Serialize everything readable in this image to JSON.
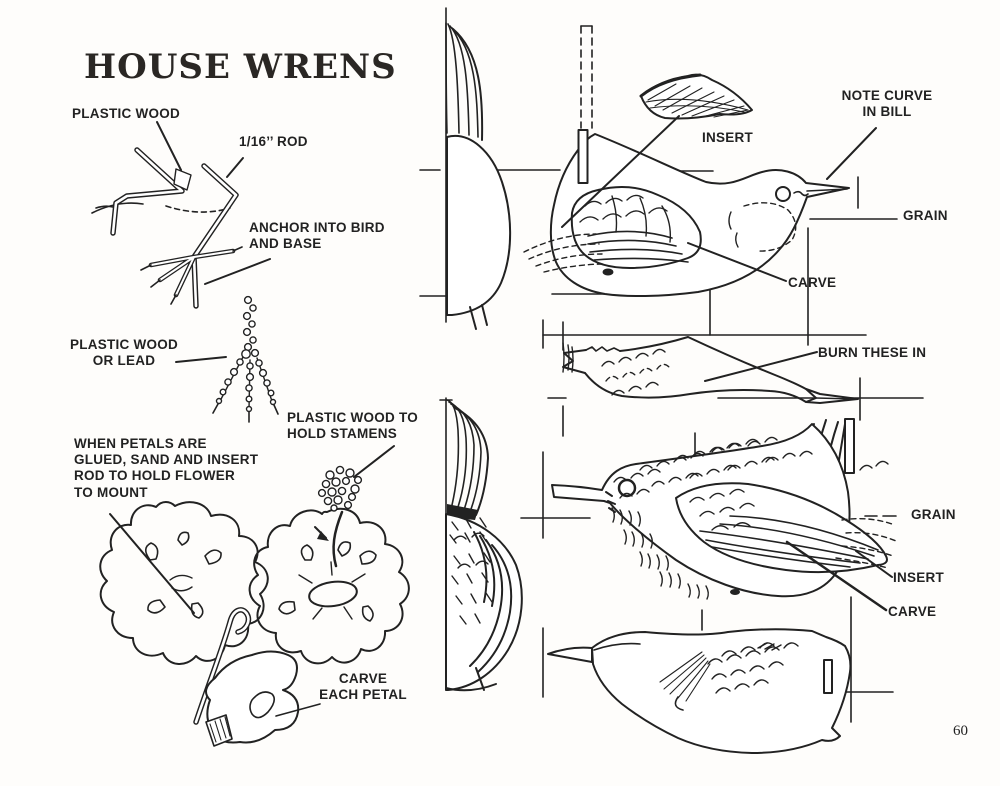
{
  "page": {
    "title": "HOUSE WRENS",
    "page_number": "60"
  },
  "colors": {
    "ink": "#222222",
    "paper": "#fefdfb"
  },
  "annotations": {
    "leg_assembly": {
      "plastic_wood": "PLASTIC WOOD",
      "rod_size": "1/16’’ ROD",
      "anchor": "ANCHOR INTO BIRD\nAND BASE",
      "lead_foot": "PLASTIC WOOD\nOR LEAD"
    },
    "flower": {
      "stamens": "PLASTIC WOOD TO\nHOLD STAMENS",
      "mounting": "WHEN PETALS ARE\nGLUED, SAND AND INSERT\nROD TO HOLD FLOWER\nTO MOUNT",
      "carve_petal": "CARVE\nEACH PETAL"
    },
    "bird_side_view": {
      "insert": "INSERT",
      "bill_note": "NOTE CURVE\nIN BILL",
      "grain": "GRAIN",
      "carve": "CARVE"
    },
    "bird_top_view": {
      "burn": "BURN THESE IN"
    },
    "bird_flight_view": {
      "grain": "GRAIN",
      "insert": "INSERT",
      "carve": "CARVE"
    }
  }
}
